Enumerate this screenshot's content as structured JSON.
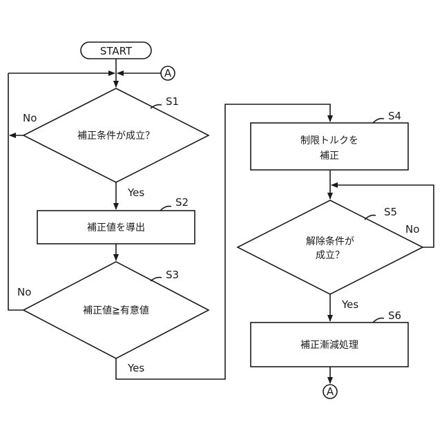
{
  "diagram": {
    "start": "START",
    "connector": "A",
    "steps": {
      "s1": {
        "id": "S1",
        "text": "補正条件が成立？"
      },
      "s2": {
        "id": "S2",
        "text": "補正値を導出"
      },
      "s3": {
        "id": "S3",
        "text": "補正値≧有意値"
      },
      "s4": {
        "id": "S4",
        "line1": "制限トルクを",
        "line2": "補正"
      },
      "s5": {
        "id": "S5",
        "line1": "解除条件が",
        "line2": "成立？"
      },
      "s6": {
        "id": "S6",
        "text": "補正漸減処理"
      }
    },
    "labels": {
      "s1_no": "No",
      "s1_yes": "Yes",
      "s3_no": "No",
      "s3_yes": "Yes",
      "s5_no": "No",
      "s5_yes": "Yes"
    }
  }
}
